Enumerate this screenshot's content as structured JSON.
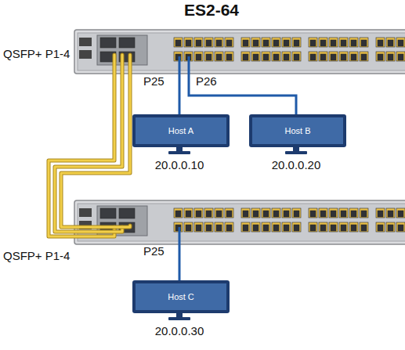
{
  "diagram": {
    "title": "ES2-64",
    "nodes": [
      {
        "text": [
          "Host A",
          "20.0.0.10"
        ]
      },
      {
        "text": [
          "Host B",
          "20.0.0.20"
        ]
      },
      {
        "text": [
          "Host C",
          "20.0.0.30"
        ]
      }
    ],
    "labels": [
      "QSFP+ P1-4",
      "P25",
      "P26",
      "QSFP+ P1-4",
      "P25"
    ]
  }
}
